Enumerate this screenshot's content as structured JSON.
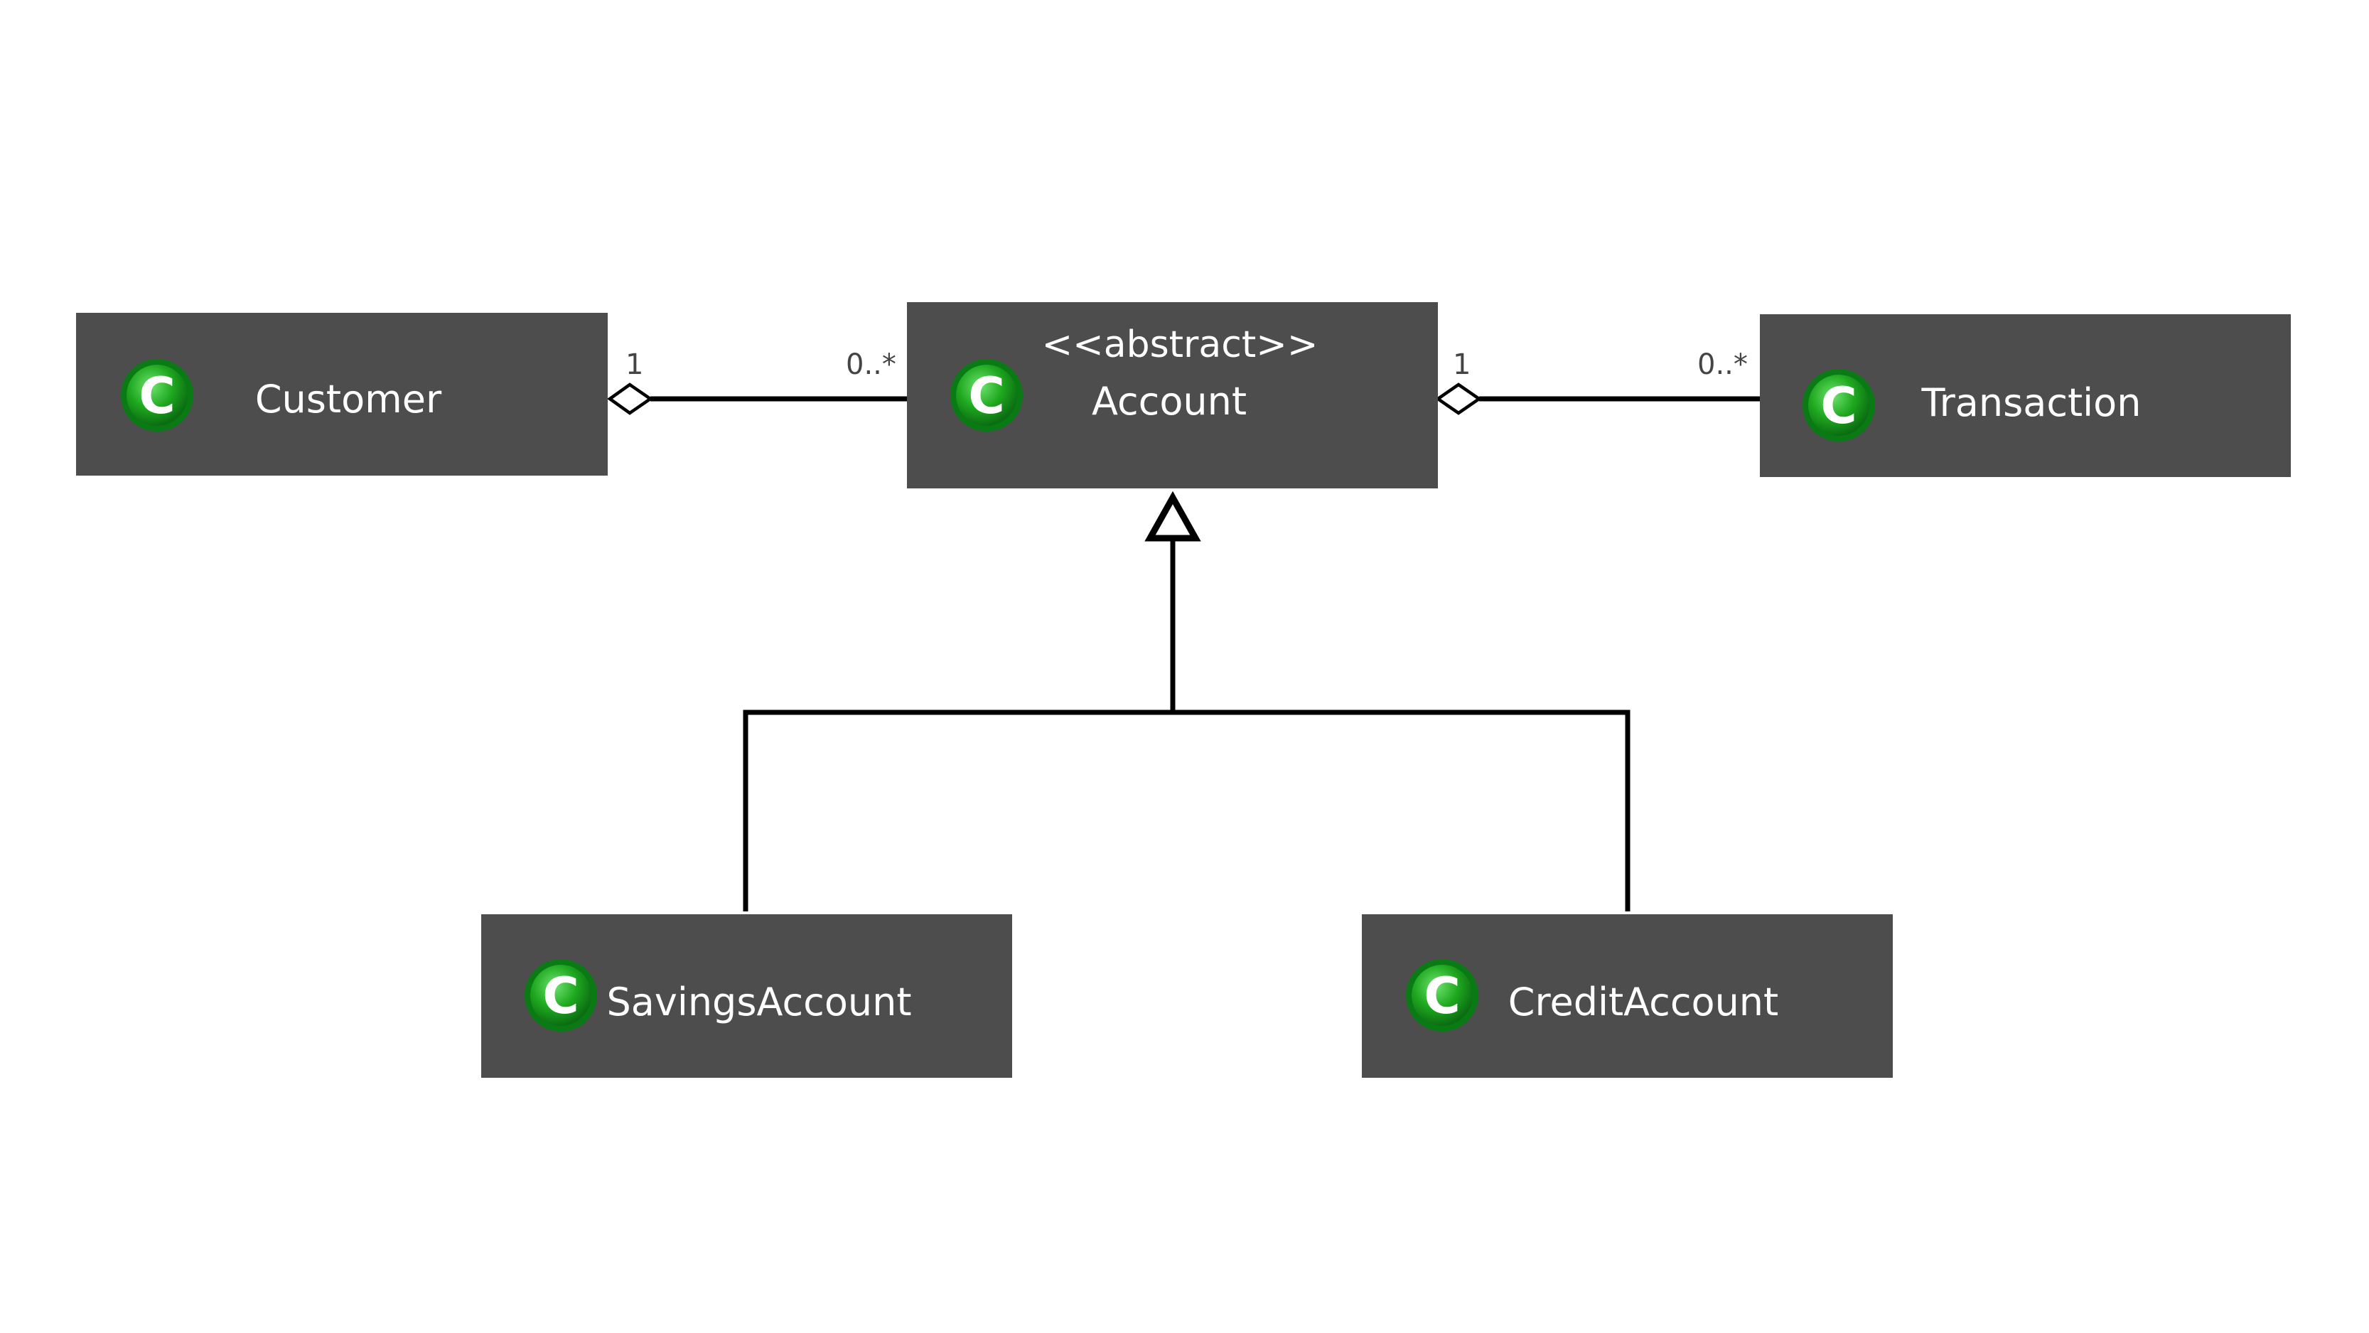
{
  "classes": {
    "customer": {
      "name": "Customer",
      "icon": "class-icon",
      "icon_letter": "C"
    },
    "account": {
      "name": "Account",
      "stereotype": "<<abstract>>",
      "icon": "class-icon",
      "icon_letter": "C"
    },
    "transaction": {
      "name": "Transaction",
      "icon": "class-icon",
      "icon_letter": "C"
    },
    "savings": {
      "name": "SavingsAccount",
      "icon": "class-icon",
      "icon_letter": "C"
    },
    "credit": {
      "name": "CreditAccount",
      "icon": "class-icon",
      "icon_letter": "C"
    }
  },
  "relations": {
    "customer_account": {
      "type": "aggregation",
      "source_mult": "1",
      "target_mult": "0..*"
    },
    "account_transaction": {
      "type": "aggregation",
      "source_mult": "1",
      "target_mult": "0..*"
    },
    "generalization": {
      "type": "generalization",
      "parent": "Account",
      "children": [
        "SavingsAccount",
        "CreditAccount"
      ]
    }
  },
  "colors": {
    "box": "#4d4d4d",
    "text": "#ffffff",
    "icon_green": "#1fa81f",
    "edge": "#000000"
  }
}
